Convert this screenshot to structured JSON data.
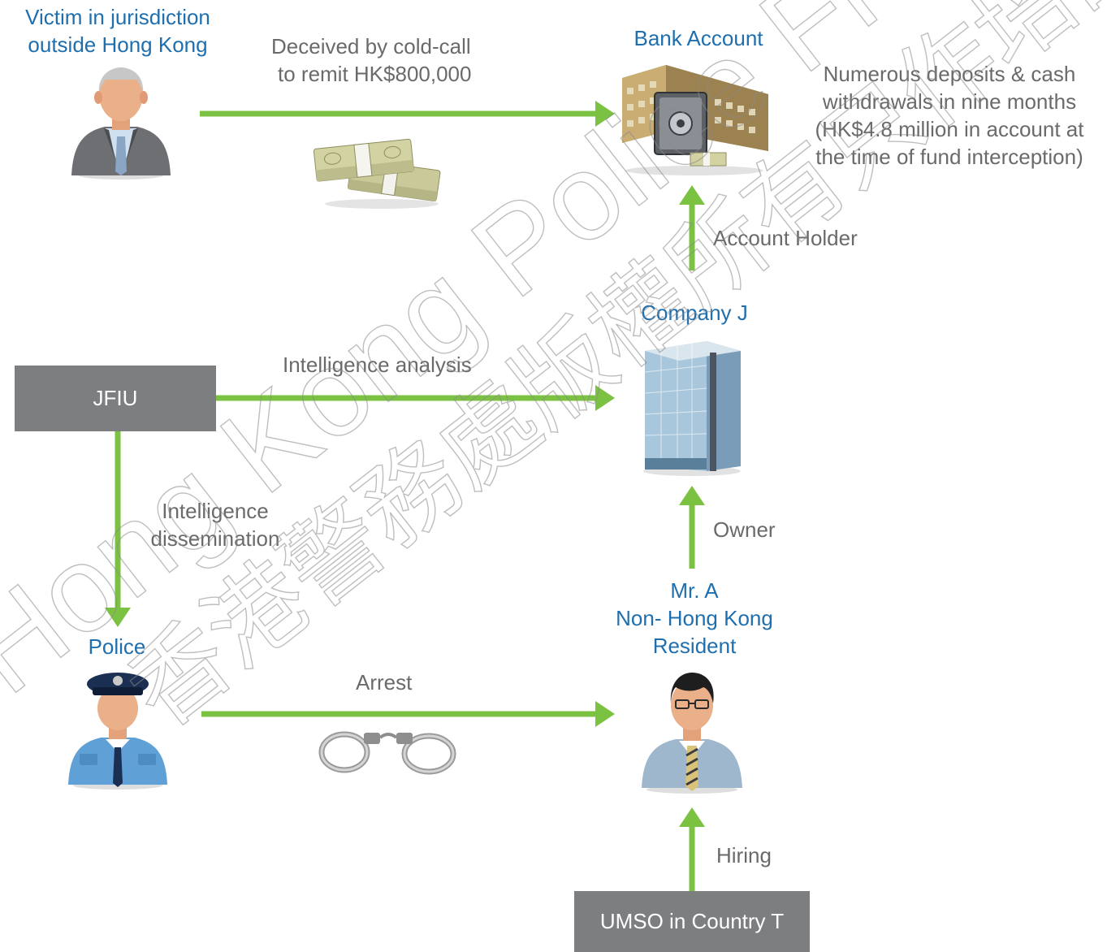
{
  "colors": {
    "arrow": "#7cc242",
    "title_blue": "#1f6fae",
    "label_gray": "#6a6a6a",
    "box_gray": "#7d7e80"
  },
  "nodes": {
    "victim": {
      "title_line1": "Victim in jurisdiction",
      "title_line2": "outside Hong Kong",
      "icon": "businessman-icon"
    },
    "bank_account": {
      "title": "Bank Account",
      "icon": "bank-safe-icon"
    },
    "company_j": {
      "title": "Company J",
      "icon": "office-building-icon"
    },
    "jfiu": {
      "label": "JFIU"
    },
    "police": {
      "title": "Police",
      "icon": "police-officer-icon"
    },
    "mr_a": {
      "title_line1": "Mr. A",
      "title_line2": "Non- Hong Kong",
      "title_line3": "Resident",
      "icon": "man-with-glasses-icon"
    },
    "umso": {
      "label": "UMSO in Country T"
    }
  },
  "edges": {
    "victim_to_bank": {
      "line1": "Deceived by cold-call",
      "line2": "to remit HK$800,000",
      "icon": "cash-stack-icon"
    },
    "company_to_bank": {
      "label": "Account Holder"
    },
    "jfiu_to_company": {
      "label": "Intelligence analysis"
    },
    "jfiu_to_police": {
      "line1": "Intelligence",
      "line2": "dissemination"
    },
    "mr_a_to_company": {
      "label": "Owner"
    },
    "police_to_mr_a": {
      "label": "Arrest",
      "icon": "handcuffs-icon"
    },
    "umso_to_mr_a": {
      "label": "Hiring"
    }
  },
  "notes": {
    "bank_activity": {
      "line1": "Numerous deposits & cash",
      "line2": "withdrawals in nine months",
      "line3": "(HK$4.8 million in account at",
      "line4": "the time of fund interception)"
    }
  },
  "watermark": {
    "english": "Hong Kong Police Froce For Training Purpose Only",
    "chinese": "香港警務處版權所有只作培訓用途"
  }
}
